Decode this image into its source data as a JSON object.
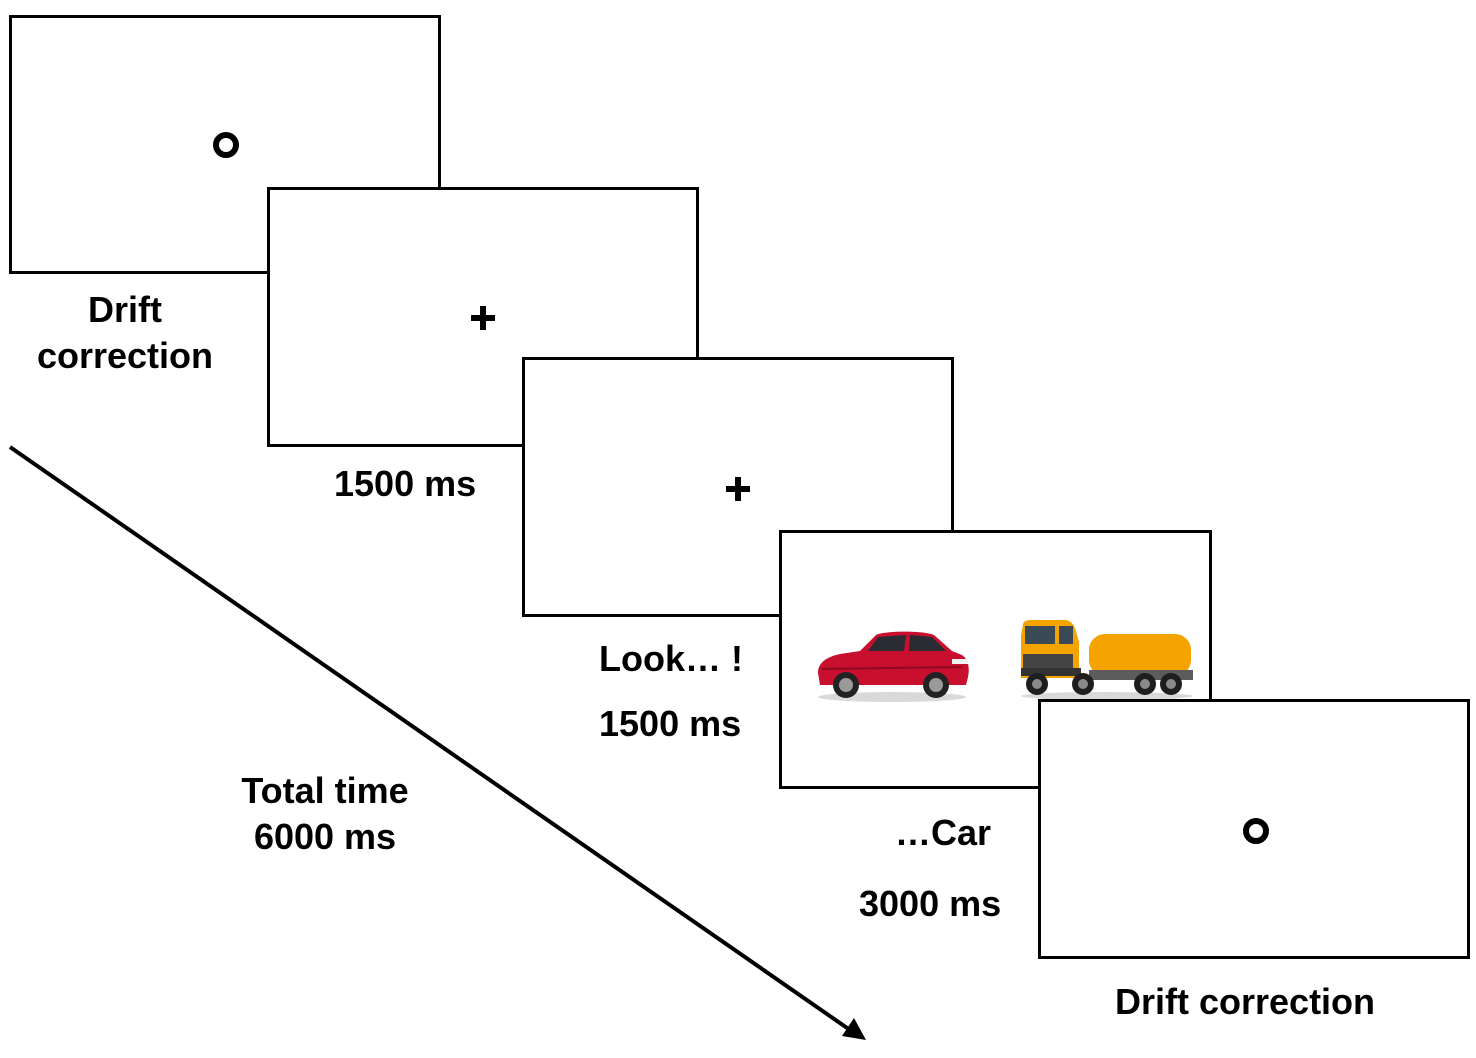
{
  "screens": [
    {
      "id": "drift-1",
      "content": "circle"
    },
    {
      "id": "fixation-1",
      "content": "cross"
    },
    {
      "id": "fixation-2",
      "content": "cross"
    },
    {
      "id": "stimulus",
      "content": "images",
      "images": [
        "red car",
        "yellow tanker truck"
      ]
    },
    {
      "id": "drift-2",
      "content": "circle"
    }
  ],
  "labels": {
    "drift_1_line1": "Drift",
    "drift_1_line2": "correction",
    "fixation_1_time": "1500 ms",
    "prompt_text": "Look… !",
    "fixation_2_time": "1500 ms",
    "target_word": "…Car",
    "stimulus_time": "3000 ms",
    "drift_2": "Drift correction",
    "total_line1": "Total time",
    "total_line2": "6000 ms"
  },
  "colors": {
    "car": "#c8102e",
    "truck": "#f5a300"
  }
}
